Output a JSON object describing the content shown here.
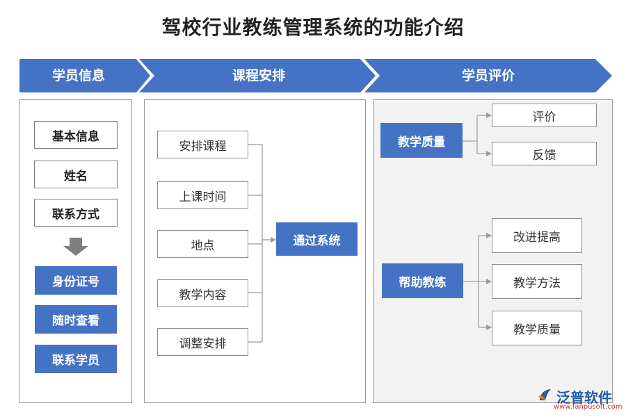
{
  "title": "驾校行业教练管理系统的功能介绍",
  "colors": {
    "primary": "#4472c4",
    "border": "#8c8c8c",
    "panel_gray": "#f2f2f2",
    "arrow": "#808080"
  },
  "header": {
    "section1": "学员信息",
    "section2": "课程安排",
    "section3": "学员评价"
  },
  "student_info": {
    "items": [
      "基本信息",
      "姓名",
      "联系方式"
    ],
    "highlighted": [
      "身份证号",
      "随时查看",
      "联系学员"
    ]
  },
  "course": {
    "items": [
      "安排课程",
      "上课时间",
      "地点",
      "教学内容",
      "调整安排"
    ],
    "target": "通过系统"
  },
  "evaluation": {
    "group1": {
      "label": "教学质量",
      "items": [
        "评价",
        "反馈"
      ]
    },
    "group2": {
      "label": "帮助教练",
      "items": [
        "改进提高",
        "教学方法",
        "教学质量"
      ]
    }
  },
  "watermark": {
    "brand": "泛普软件",
    "url": "www.fanpusoft.com",
    "icon": "fanpu-logo-icon"
  }
}
